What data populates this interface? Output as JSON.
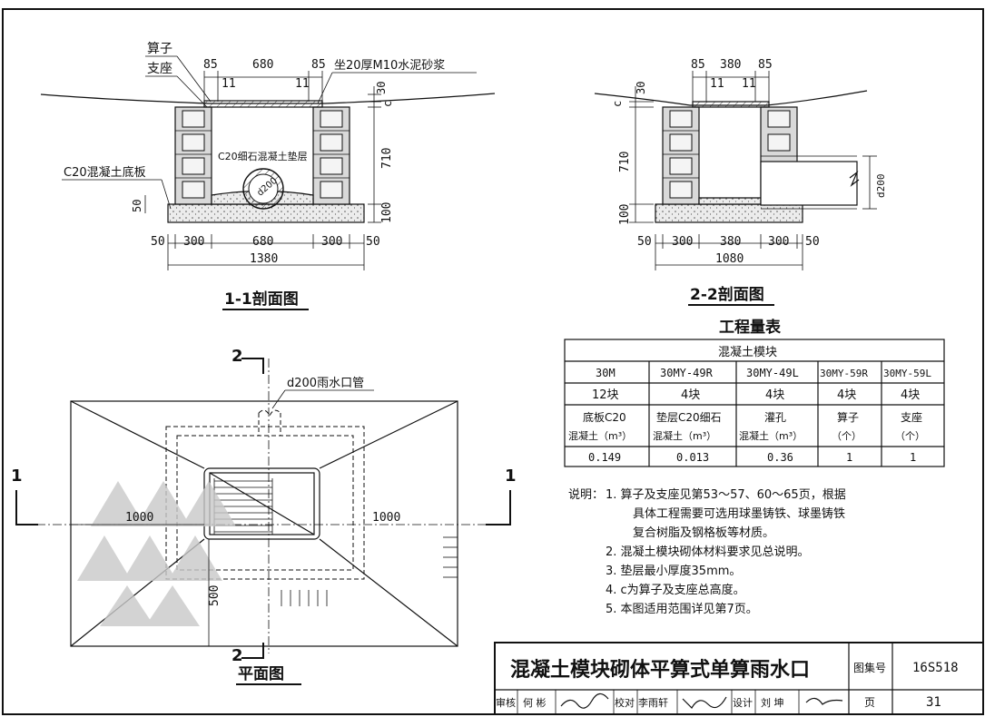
{
  "section11": {
    "title": "1-1剖面图",
    "label_grate": "算子",
    "label_seat": "支座",
    "label_mortar": "坐20厚M10水泥砂浆",
    "label_bedding": "C20细石混凝土垫层",
    "label_baseplate": "C20混凝土底板",
    "label_pipe": "d200",
    "dim_top_left": "85",
    "dim_top_mid": "680",
    "dim_top_right": "85",
    "dim_top_in_left": "11",
    "dim_top_in_right": "11",
    "dim_v_30": "30",
    "dim_v_c": "c",
    "dim_v_710": "710",
    "dim_v_100": "100",
    "dim_v_50": "50",
    "dim_b_50l": "50",
    "dim_b_300l": "300",
    "dim_b_680": "680",
    "dim_b_300r": "300",
    "dim_b_50r": "50",
    "dim_b_total": "1380"
  },
  "section22": {
    "title": "2-2剖面图",
    "dim_top_left": "85",
    "dim_top_mid": "380",
    "dim_top_right": "85",
    "dim_top_in_left": "11",
    "dim_top_in_right": "11",
    "dim_v_c": "c",
    "dim_v_30": "30",
    "dim_v_710": "710",
    "dim_v_100": "100",
    "dim_pipe": "d200",
    "dim_b_50l": "50",
    "dim_b_300l": "300",
    "dim_b_380": "380",
    "dim_b_300r": "300",
    "dim_b_50r": "50",
    "dim_b_total": "1080"
  },
  "plan": {
    "title": "平面图",
    "label_pipe": "d200雨水口管",
    "cut_2_top": "2",
    "cut_2_bottom": "2",
    "cut_1_left": "1",
    "cut_1_right": "1",
    "dim_left": "1000",
    "dim_right": "1000",
    "dim_500": "500"
  },
  "quantity_table": {
    "title": "工程量表",
    "header": "混凝土模块",
    "models": [
      "30M",
      "30MY-49R",
      "30MY-49L",
      "30MY-59R",
      "30MY-59L"
    ],
    "counts": [
      "12块",
      "4块",
      "4块",
      "4块",
      "4块"
    ],
    "items_line1": [
      "底板C20",
      "垫层C20细石",
      "灌孔",
      "算子",
      "支座"
    ],
    "items_line2": [
      "混凝土（m³）",
      "混凝土（m³）",
      "混凝土（m³）",
      "（个）",
      "（个）"
    ],
    "values": [
      "0.149",
      "0.013",
      "0.36",
      "1",
      "1"
    ]
  },
  "notes": {
    "prefix": "说明：",
    "lines": [
      "1. 算子及支座见第53～57、60～65页，根据",
      "具体工程需要可选用球墨铸铁、球墨铸铁",
      "复合树脂及钢格板等材质。",
      "2. 混凝土模块砌体材料要求见总说明。",
      "3. 垫层最小厚度35mm。",
      "4. c为算子及支座总高度。",
      "5. 本图适用范围详见第7页。"
    ]
  },
  "title_block": {
    "title": "混凝土模块砌体平算式单算雨水口",
    "atlas_label": "图集号",
    "atlas_value": "16S518",
    "page_label": "页",
    "page_value": "31",
    "review_label": "审核",
    "review_name": "何 彬",
    "check_label": "校对",
    "check_name": "李雨轩",
    "design_label": "设计",
    "design_name": "刘 坤"
  }
}
